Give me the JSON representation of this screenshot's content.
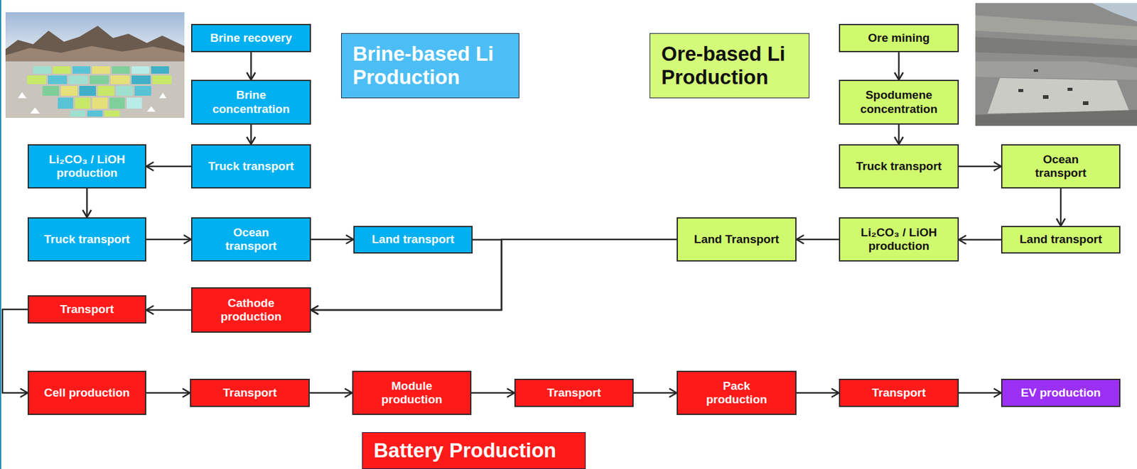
{
  "diagram": {
    "nodes": [
      {
        "text": [
          "Brine recovery"
        ]
      },
      {
        "text": [
          "Brine-based Li Production"
        ]
      },
      {
        "text": [
          "Ore-based Li Production"
        ]
      },
      {
        "text": [
          "Ore mining"
        ]
      },
      {
        "text": [
          "Brine concentration"
        ]
      },
      {
        "text": [
          "Spodumene concentration"
        ]
      },
      {
        "text": [
          "Li₂CO₃ / LiOH production"
        ]
      },
      {
        "text": [
          "Truck transport"
        ]
      },
      {
        "text": [
          "Truck transport"
        ]
      },
      {
        "text": [
          "Ocean transport"
        ]
      },
      {
        "text": [
          "Truck transport"
        ]
      },
      {
        "text": [
          "Ocean transport"
        ]
      },
      {
        "text": [
          "Land transport"
        ]
      },
      {
        "text": [
          "Land Transport"
        ]
      },
      {
        "text": [
          "Li₂CO₃ / LiOH production"
        ]
      },
      {
        "text": [
          "Land transport"
        ]
      },
      {
        "text": [
          "Transport"
        ]
      },
      {
        "text": [
          "Cathode production"
        ]
      },
      {
        "text": [
          "Cell production"
        ]
      },
      {
        "text": [
          "Transport"
        ]
      },
      {
        "text": [
          "Module production"
        ]
      },
      {
        "text": [
          "Transport"
        ]
      },
      {
        "text": [
          "Pack production"
        ]
      },
      {
        "text": [
          "Transport"
        ]
      },
      {
        "text": [
          "EV production"
        ]
      },
      {
        "text": [
          "Battery Production"
        ]
      }
    ],
    "edges": [
      {
        "from": 0,
        "to": 4,
        "arrow": "to"
      },
      {
        "from": 4,
        "to": 7,
        "arrow": "to"
      },
      {
        "from": 7,
        "to": 6,
        "arrow": "to"
      },
      {
        "from": 6,
        "to": 10,
        "arrow": "to"
      },
      {
        "from": 10,
        "to": 11,
        "arrow": "to"
      },
      {
        "from": 11,
        "to": 12,
        "arrow": "to"
      },
      {
        "from": 12,
        "to": 17,
        "arrow": "to"
      },
      {
        "from": 3,
        "to": 5,
        "arrow": "to"
      },
      {
        "from": 5,
        "to": 8,
        "arrow": "to"
      },
      {
        "from": 8,
        "to": 9,
        "arrow": "to"
      },
      {
        "from": 9,
        "to": 15,
        "arrow": "to"
      },
      {
        "from": 15,
        "to": 14,
        "arrow": "to"
      },
      {
        "from": 14,
        "to": 13,
        "arrow": "to"
      },
      {
        "from": 13,
        "to": 17,
        "arrow": "to"
      },
      {
        "from": 17,
        "to": 16,
        "arrow": "to"
      },
      {
        "from": 16,
        "to": 18,
        "arrow": "to"
      },
      {
        "from": 18,
        "to": 19,
        "arrow": "to"
      },
      {
        "from": 19,
        "to": 20,
        "arrow": "to"
      },
      {
        "from": 20,
        "to": 21,
        "arrow": "to"
      },
      {
        "from": 21,
        "to": 22,
        "arrow": "to"
      },
      {
        "from": 22,
        "to": 23,
        "arrow": "to"
      },
      {
        "from": 23,
        "to": 24,
        "arrow": "to"
      }
    ]
  }
}
